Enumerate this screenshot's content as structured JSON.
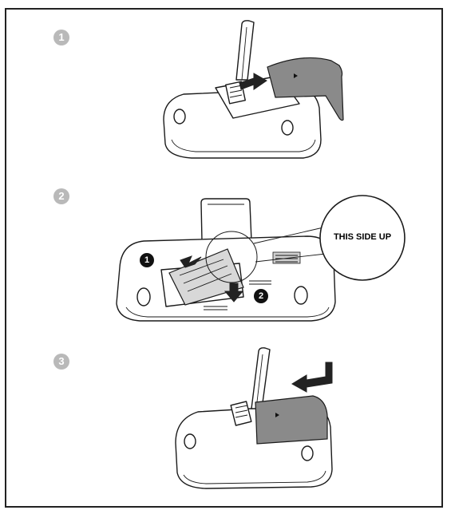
{
  "steps": [
    {
      "number": "1"
    },
    {
      "number": "2"
    },
    {
      "number": "3"
    }
  ],
  "callout": {
    "label": "THIS SIDE UP"
  },
  "markers": [
    {
      "number": "1"
    },
    {
      "number": "2"
    }
  ],
  "colors": {
    "badge": "#b9b9b9",
    "cover": "#8a8a8a",
    "line": "#1a1a1a"
  }
}
